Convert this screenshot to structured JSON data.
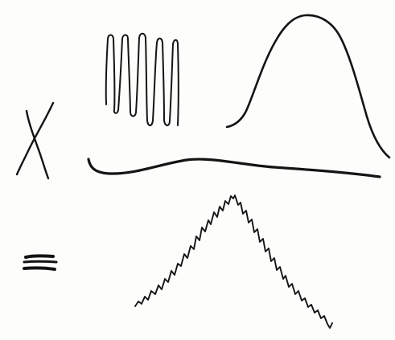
{
  "figure": {
    "style": "hand-drawn ink sketch",
    "ink_color": "#141414",
    "paper_color": "#fdfdfc",
    "marks": [
      "cross-symbol",
      "equals-symbol",
      "zigzag-oscillation",
      "smooth-bell-curve",
      "long-baseline",
      "jagged-peak-curve"
    ]
  }
}
